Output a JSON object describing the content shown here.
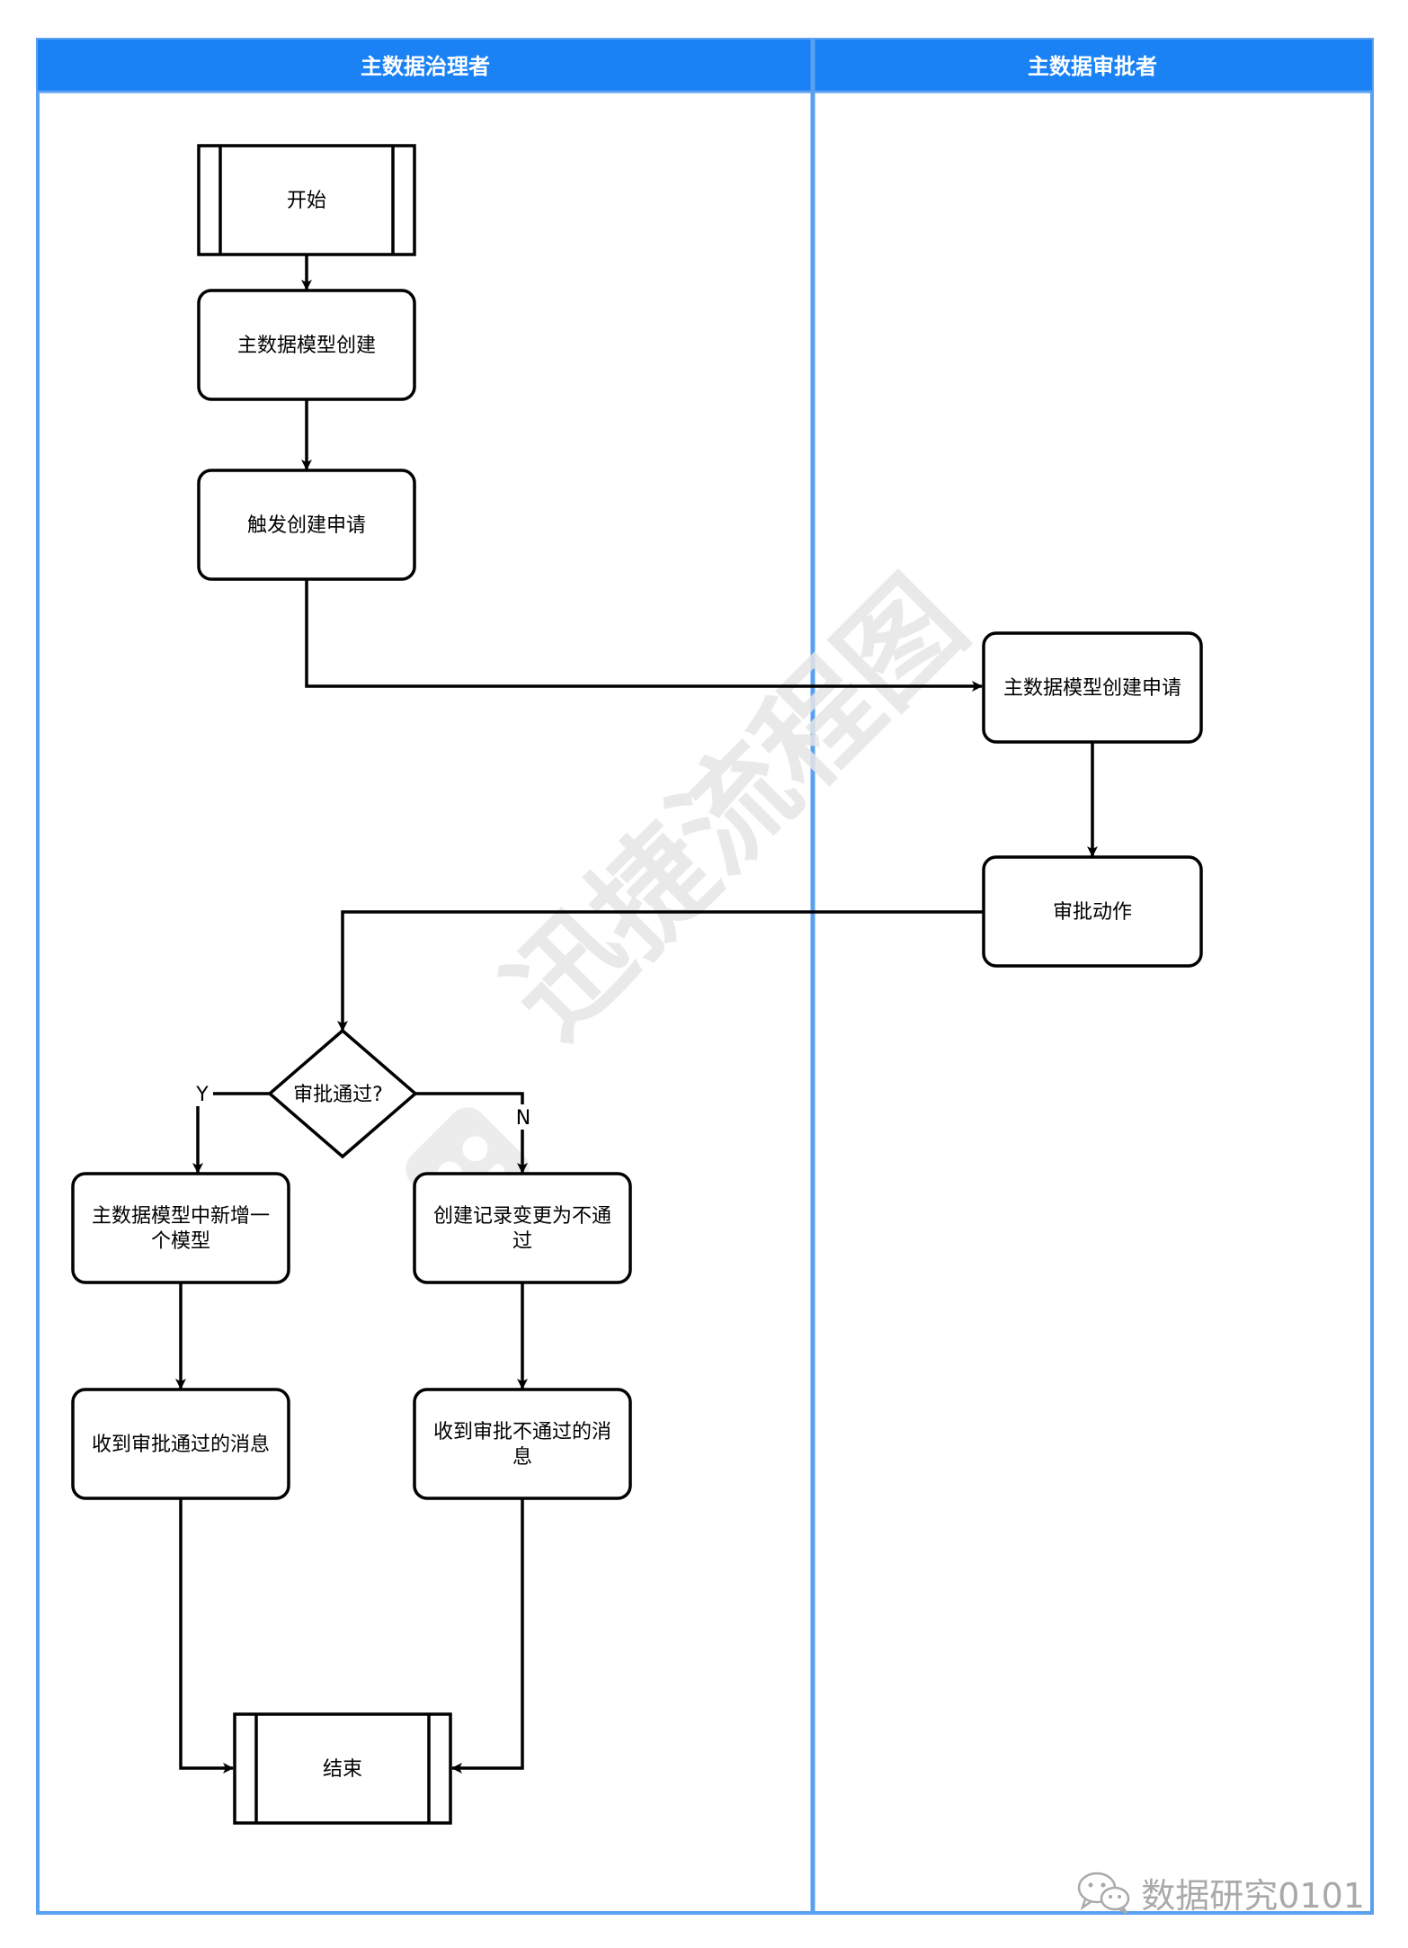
{
  "lanes": [
    {
      "title": "主数据治理者"
    },
    {
      "title": "主数据审批者"
    }
  ],
  "nodes": {
    "start": "开始",
    "create_model": "主数据模型创建",
    "trigger_request": "触发创建申请",
    "model_request": "主数据模型创建申请",
    "approve_action": "审批动作",
    "decision": "审批通过?",
    "add_model_line1": "主数据模型中新增一",
    "add_model_line2": "个模型",
    "reject_record_line1": "创建记录变更为不通",
    "reject_record_line2": "过",
    "msg_pass": "收到审批通过的消息",
    "msg_reject_line1": "收到审批不通过的消",
    "msg_reject_line2": "息",
    "end": "结束"
  },
  "edge_labels": {
    "yes": "Y",
    "no": "N"
  },
  "watermark": {
    "text": "迅捷流程图"
  },
  "footer": {
    "text": "数据研究0101",
    "icon": "wechat-icon"
  },
  "colors": {
    "lane_header": "#1a82f5",
    "lane_border": "#5aa0f0",
    "stroke": "#000000"
  }
}
